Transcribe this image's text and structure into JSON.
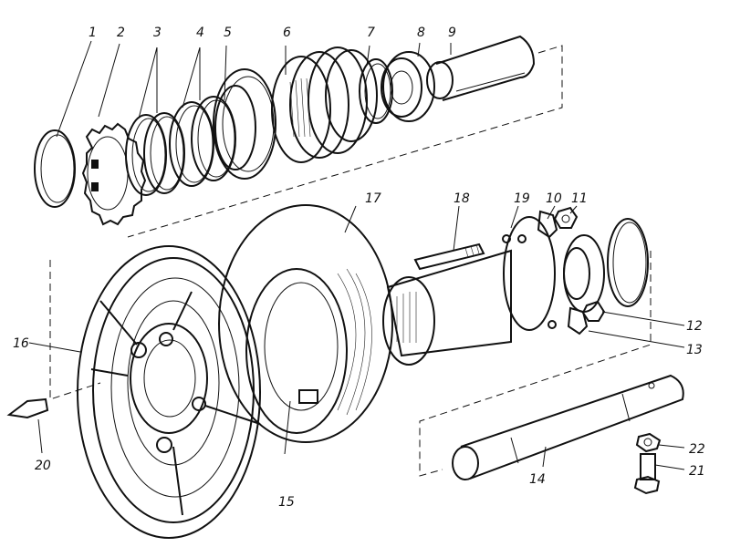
{
  "figure": {
    "type": "exploded-assembly-drawing",
    "callouts": [
      {
        "id": "1",
        "label": "1"
      },
      {
        "id": "2",
        "label": "2"
      },
      {
        "id": "3",
        "label": "3"
      },
      {
        "id": "4",
        "label": "4"
      },
      {
        "id": "5",
        "label": "5"
      },
      {
        "id": "6",
        "label": "6"
      },
      {
        "id": "7",
        "label": "7"
      },
      {
        "id": "8",
        "label": "8"
      },
      {
        "id": "9",
        "label": "9"
      },
      {
        "id": "10",
        "label": "10"
      },
      {
        "id": "11",
        "label": "11"
      },
      {
        "id": "12",
        "label": "12"
      },
      {
        "id": "13",
        "label": "13"
      },
      {
        "id": "14",
        "label": "14"
      },
      {
        "id": "15",
        "label": "15"
      },
      {
        "id": "16",
        "label": "16"
      },
      {
        "id": "17",
        "label": "17"
      },
      {
        "id": "18",
        "label": "18"
      },
      {
        "id": "19",
        "label": "19"
      },
      {
        "id": "20",
        "label": "20"
      },
      {
        "id": "21",
        "label": "21"
      },
      {
        "id": "22",
        "label": "22"
      }
    ]
  }
}
